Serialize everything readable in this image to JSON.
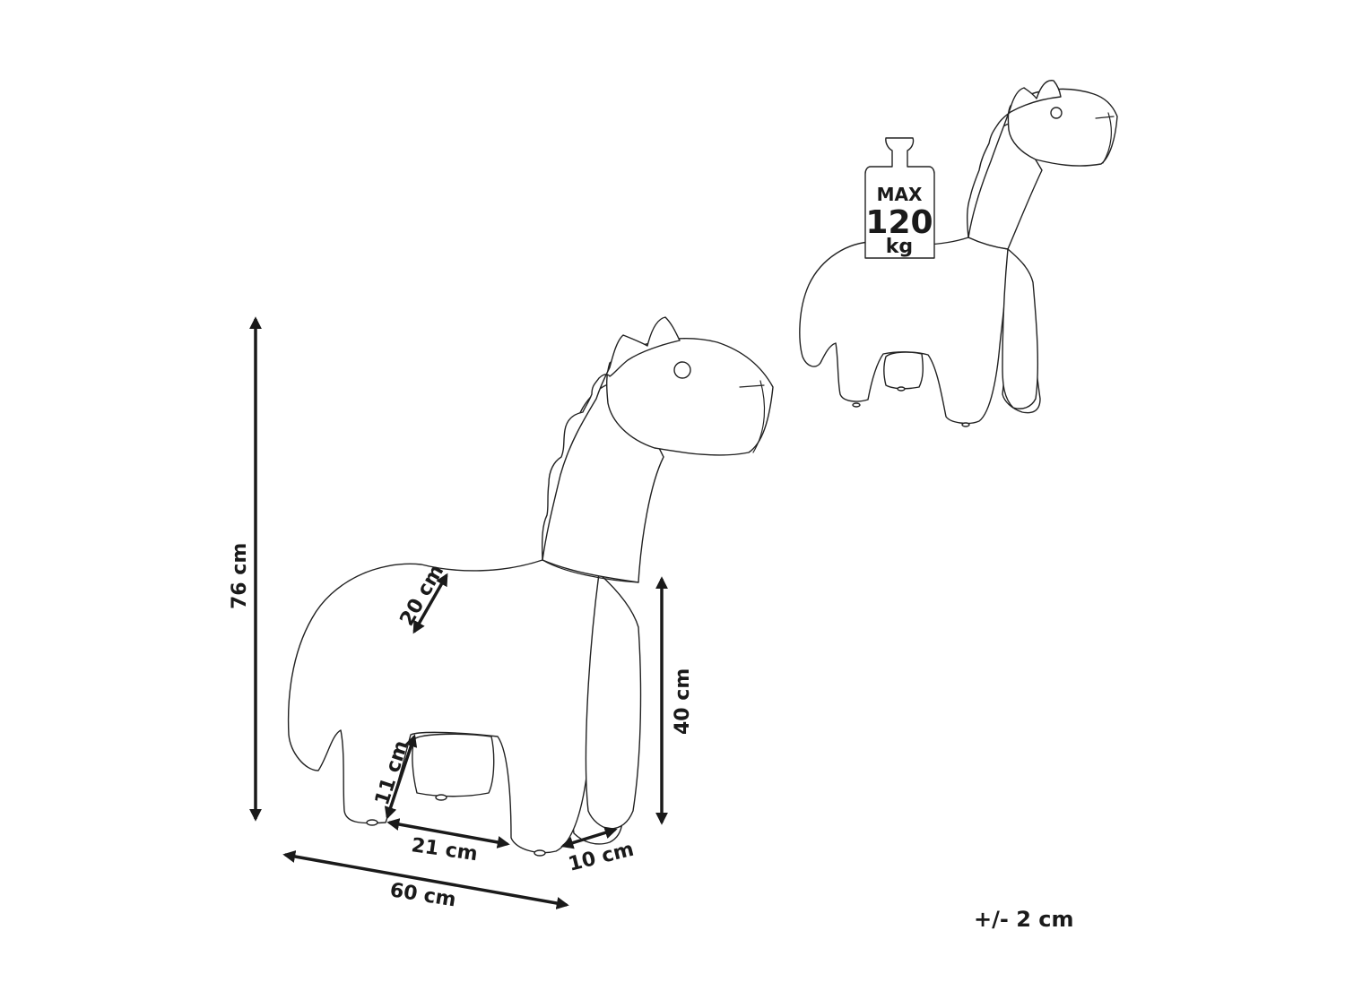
{
  "dimensions": {
    "height_total": "76 cm",
    "seat_depth": "20 cm",
    "seat_height": "40 cm",
    "leg_gap_height": "11 cm",
    "leg_gap_width": "21 cm",
    "leg_depth": "10 cm",
    "length_total": "60 cm"
  },
  "weight_badge": {
    "line1": "MAX",
    "line2": "120",
    "line3": "kg"
  },
  "tolerance": "+/- 2 cm"
}
